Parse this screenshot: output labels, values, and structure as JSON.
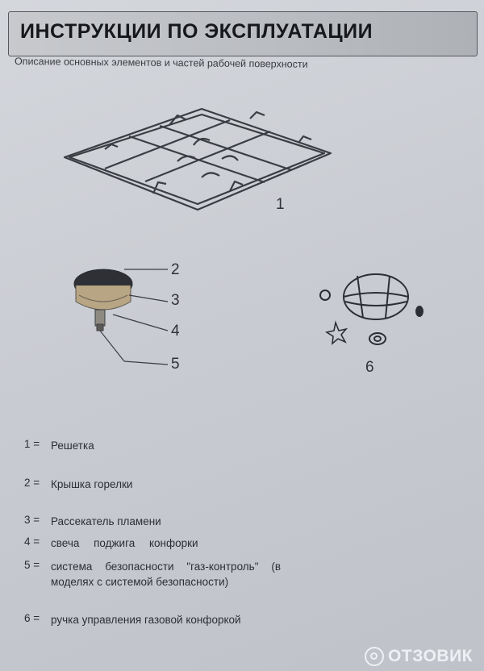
{
  "header": {
    "title": "ИНСТРУКЦИИ ПО ЭКСПЛУАТАЦИИ"
  },
  "subtitle": "Описание основных элементов и частей рабочей поверхности",
  "parts": {
    "grate_number": "1",
    "burner_numbers": [
      "2",
      "3",
      "4",
      "5"
    ],
    "knob_number": "6"
  },
  "legend": [
    {
      "num": "1 =",
      "text": "Решетка"
    },
    {
      "num": "2 =",
      "text": "Крышка горелки"
    },
    {
      "num": "3 =",
      "text": "Рассекатель пламени"
    },
    {
      "num": "4 =",
      "text": "свеча поджига конфорки"
    },
    {
      "num": "5 =",
      "text": "система безопасности \"газ-контроль\" (в моделях с системой безопасности)"
    },
    {
      "num": "6 =",
      "text": "ручка управления газовой конфоркой"
    }
  ],
  "watermark": {
    "text": "ОТЗОВИК"
  }
}
